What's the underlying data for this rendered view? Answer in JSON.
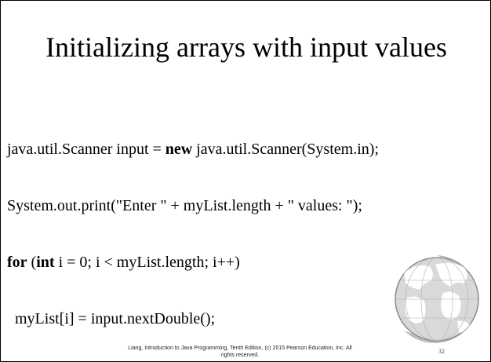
{
  "slide": {
    "title": "Initializing arrays with input values",
    "code": {
      "line1_pre": "java.util.Scanner input = ",
      "line1_kw": "new",
      "line1_post": " java.util.Scanner(System.in);",
      "line2": "System.out.print(\"Enter \" + myList.length + \" values: \");",
      "line3_kw1": "for",
      "line3_mid1": " (",
      "line3_kw2": "int",
      "line3_post": " i = 0; i < myList.length; i++)",
      "line4": "  myList[i] = input.nextDouble();"
    },
    "footer": {
      "line1": "Liang, Introduction to Java Programming, Tenth Edition, (c) 2015 Pearson Education, Inc. All",
      "line2": "rights reserved."
    },
    "page_number": "32"
  },
  "colors": {
    "globe_ocean": "#d9d9d9",
    "globe_land": "#ffffff",
    "globe_rim": "#8c8c8c"
  }
}
